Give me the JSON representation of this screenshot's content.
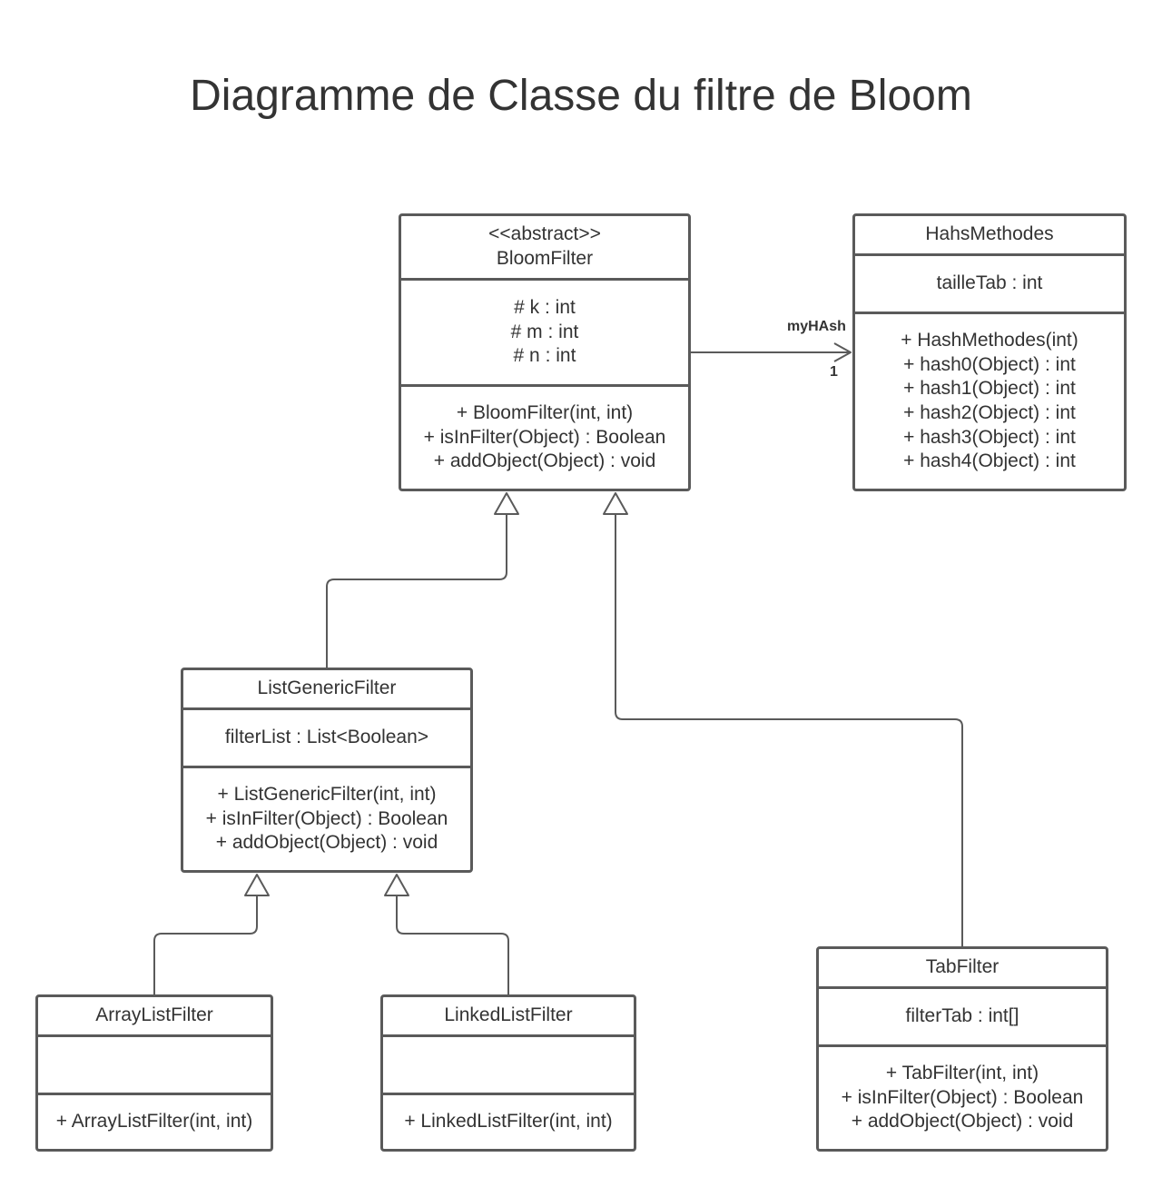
{
  "title": "Diagramme de Classe du filtre de Bloom",
  "colors": {
    "line": "#5a5a5a",
    "text": "#333333",
    "background": "#ffffff"
  },
  "classes": {
    "bloom_filter": {
      "stereotype": "<<abstract>>",
      "name": "BloomFilter",
      "attributes": [
        "# k : int",
        "# m : int",
        "# n : int"
      ],
      "methods": [
        "+ BloomFilter(int, int)",
        "+ isInFilter(Object) : Boolean",
        "+ addObject(Object) : void"
      ]
    },
    "hash_methodes": {
      "name": "HahsMethodes",
      "attributes": [
        "tailleTab : int"
      ],
      "methods": [
        "+ HashMethodes(int)",
        "+ hash0(Object) : int",
        "+ hash1(Object) : int",
        "+ hash2(Object) : int",
        "+ hash3(Object) : int",
        "+ hash4(Object) : int"
      ]
    },
    "list_generic_filter": {
      "name": "ListGenericFilter",
      "attributes": [
        "filterList : List<Boolean>"
      ],
      "methods": [
        "+ ListGenericFilter(int, int)",
        "+ isInFilter(Object) : Boolean",
        "+ addObject(Object) : void"
      ]
    },
    "array_list_filter": {
      "name": "ArrayListFilter",
      "attributes": [],
      "methods": [
        "+ ArrayListFilter(int, int)"
      ]
    },
    "linked_list_filter": {
      "name": "LinkedListFilter",
      "attributes": [],
      "methods": [
        "+ LinkedListFilter(int, int)"
      ]
    },
    "tab_filter": {
      "name": "TabFilter",
      "attributes": [
        "filterTab : int[]"
      ],
      "methods": [
        "+ TabFilter(int, int)",
        "+ isInFilter(Object) : Boolean",
        "+ addObject(Object) : void"
      ]
    }
  },
  "association": {
    "role": "myHAsh",
    "multiplicity": "1"
  }
}
